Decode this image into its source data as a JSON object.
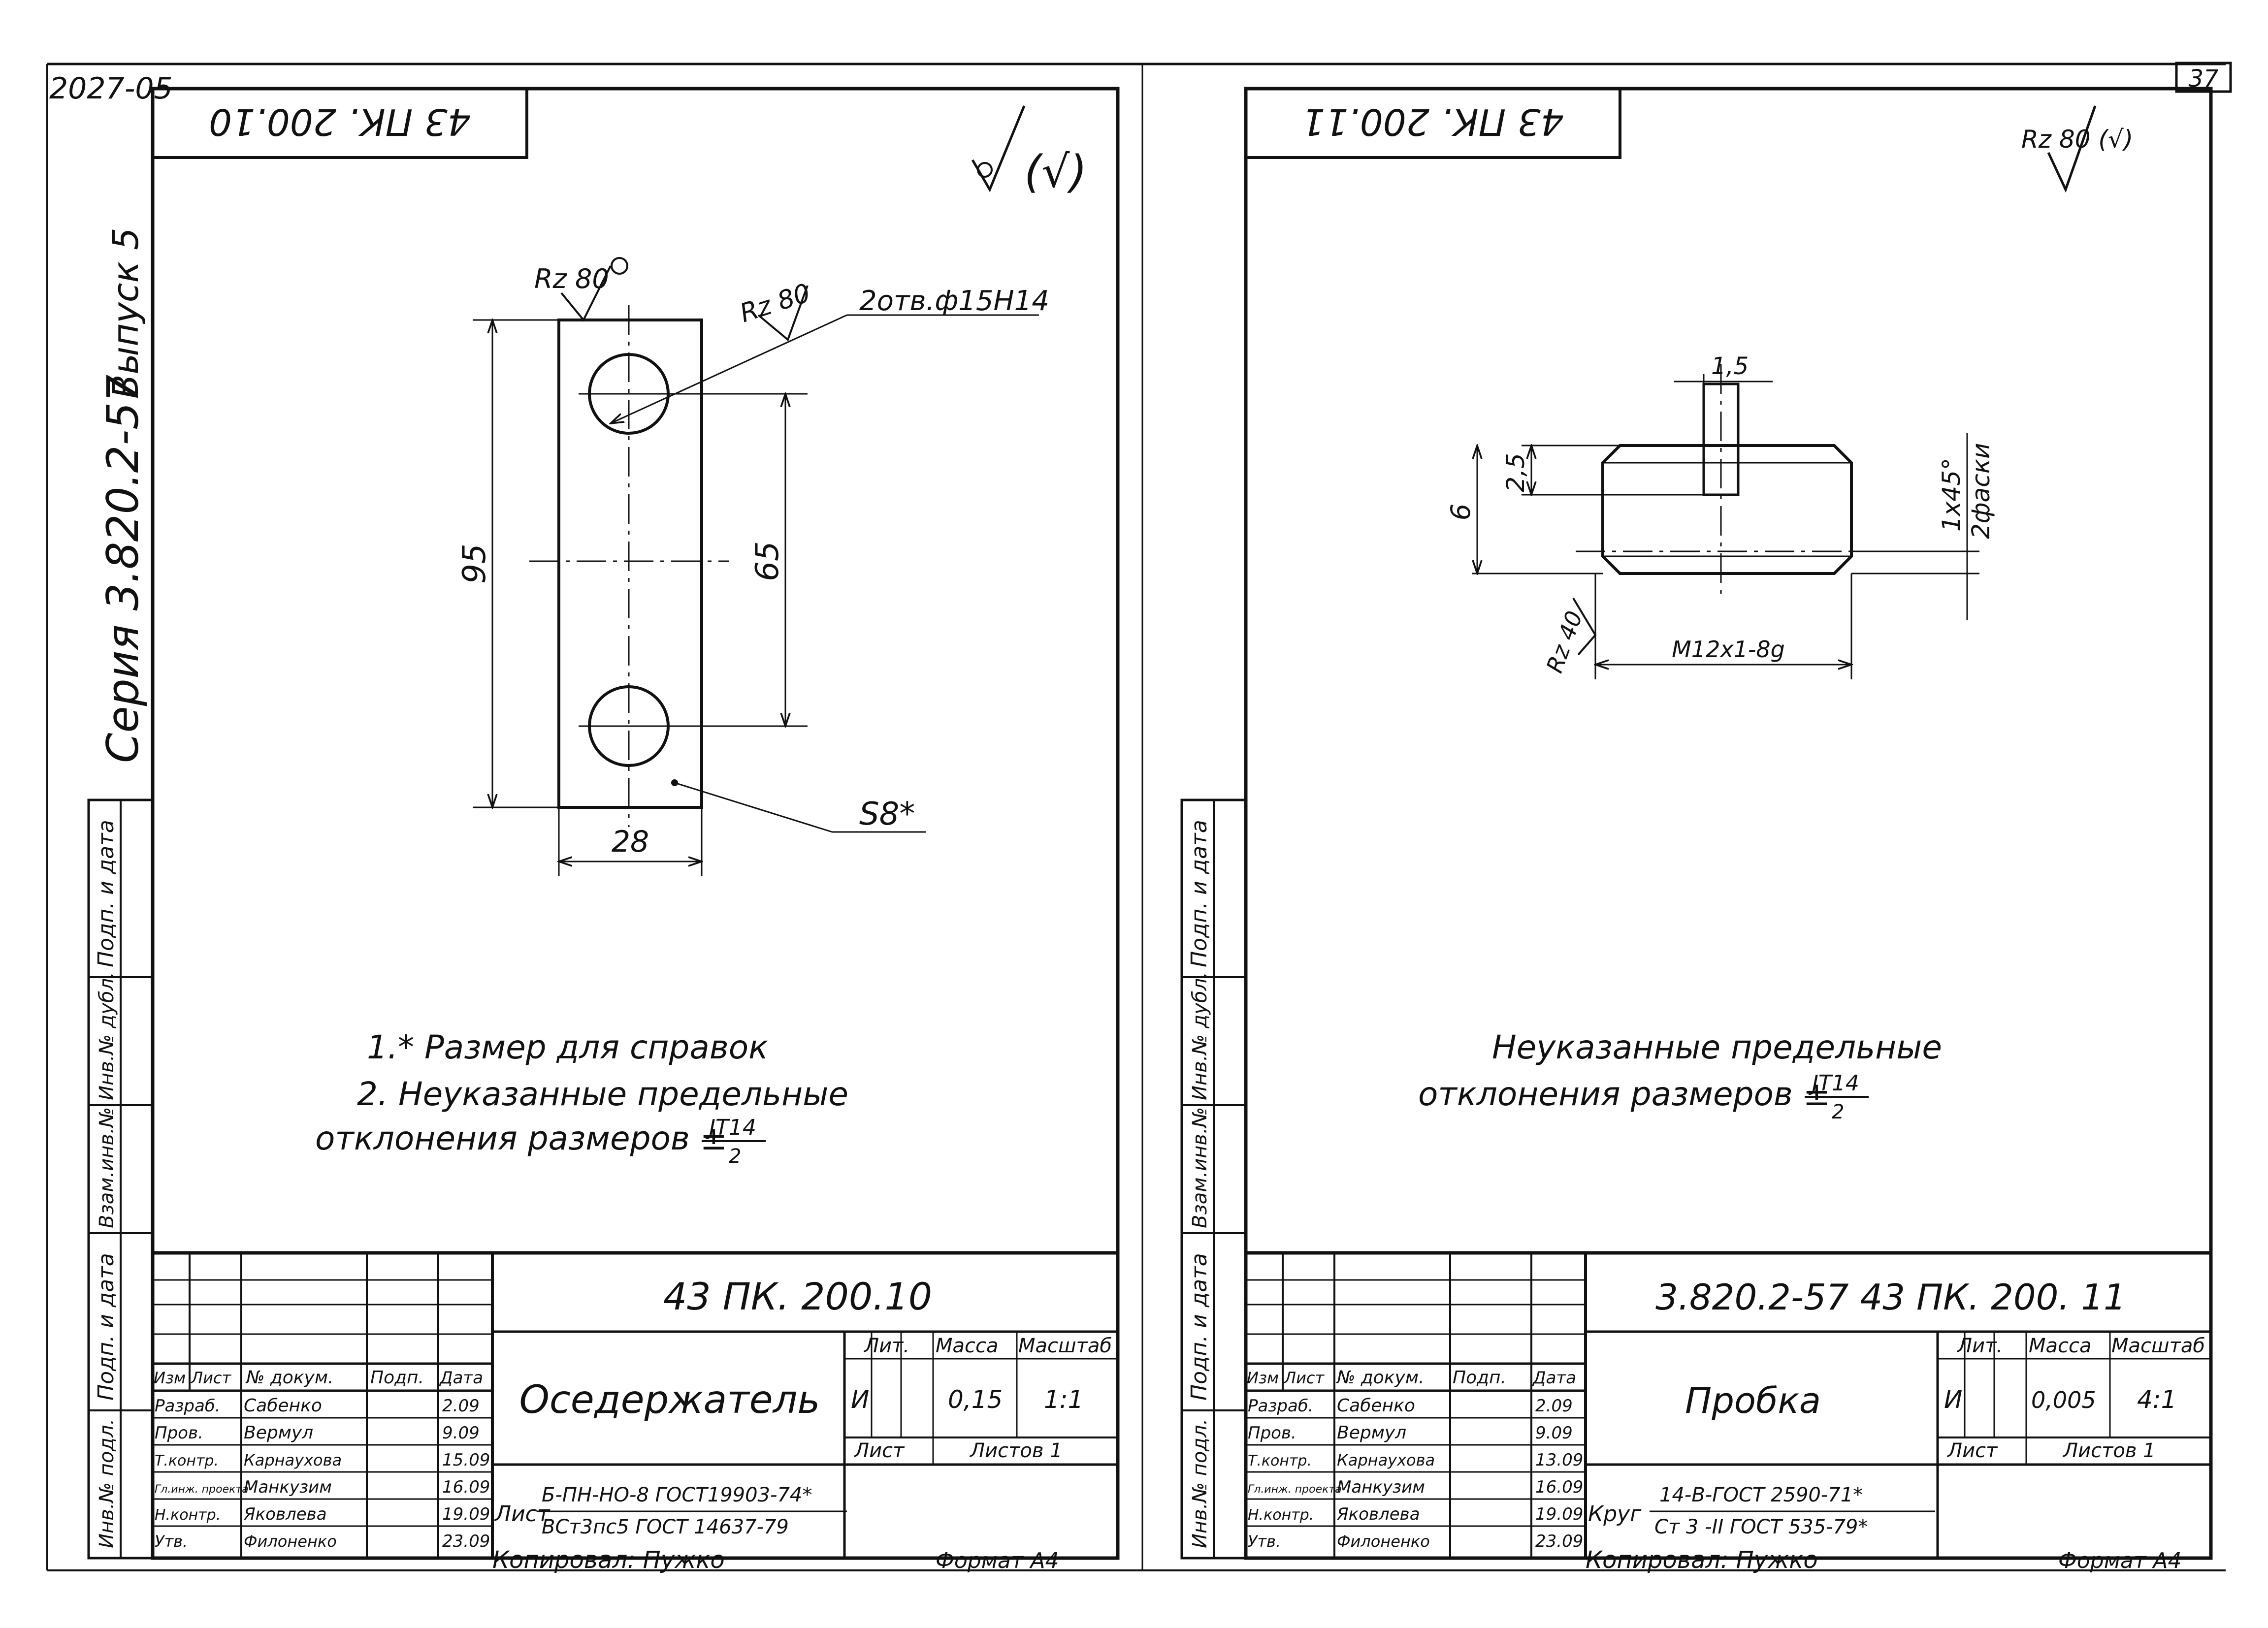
{
  "page": {
    "code": "2027-05",
    "sheet_no": "37"
  },
  "side_frame": {
    "series": "Серия 3.820.2-57",
    "issue": "Выпуск 5",
    "fields": [
      "Подп. и дата",
      "Инв.№ дубл.",
      "Взам.инв.№",
      "Подп. и дата",
      "Инв.№ подл."
    ]
  },
  "left": {
    "stamp_code": "43 ПК. 200.10",
    "roughness_mark": "(√)",
    "dim_95": "95",
    "dim_65": "65",
    "dim_28": "28",
    "rz_top": "Rz 80",
    "rz_hole": "Rz 80",
    "holes_label": "2отв.ф15Н14",
    "thickness_label": "S8*",
    "notes": [
      "1.* Размер для справок",
      "2. Неуказанные предельные",
      "отклонения размеров ±",
      "JT14",
      "2"
    ],
    "title_block": {
      "doc_code": "43 ПК. 200.10",
      "name": "Оседержатель",
      "cols": [
        "Изм",
        "Лист",
        "№ докум.",
        "Подп.",
        "Дата"
      ],
      "roles": [
        "Разраб.",
        "Пров.",
        "Т.контр.",
        "Гл.инж. проекта",
        "Н.контр.",
        "Утв."
      ],
      "persons": [
        "Сабенко",
        "Вермул",
        "Карнаухова",
        "Манкузим",
        "Яковлева",
        "Филоненко"
      ],
      "dates": [
        "2.09",
        "9.09",
        "15.09",
        "16.09",
        "19.09",
        "23.09"
      ],
      "lit_label": "Лит.",
      "mass_label": "Масса",
      "scale_label": "Масштаб",
      "lit_value": "И",
      "mass_value": "0,15",
      "scale_value": "1:1",
      "sheet_label": "Лист",
      "sheets_label": "Листов 1",
      "material_prefix": "Лист",
      "material_top": "Б-ПН-НО-8 ГОСТ19903-74*",
      "material_bottom": "ВСт3пс5 ГОСТ 14637-79"
    },
    "footer_copied": "Копировал: Пужко",
    "footer_format": "Формат А4"
  },
  "right": {
    "stamp_code": "43 ПК. 200.11",
    "roughness_mark": "Rz 80 (√)",
    "dim_15": "1,5",
    "dim_25": "2,5",
    "dim_6": "6",
    "chamfer": "1x45°",
    "chamfer_count": "2фаски",
    "rz40": "Rz 40",
    "thread": "М12x1-8g",
    "notes": [
      "Неуказанные предельные",
      "отклонения размеров ±",
      "JT14",
      "2"
    ],
    "title_block": {
      "doc_code": "3.820.2-57   43 ПК. 200. 11",
      "name": "Пробка",
      "cols": [
        "Изм",
        "Лист",
        "№ докум.",
        "Подп.",
        "Дата"
      ],
      "roles": [
        "Разраб.",
        "Пров.",
        "Т.контр.",
        "Гл.инж. проекта",
        "Н.контр.",
        "Утв."
      ],
      "persons": [
        "Сабенко",
        "Вермул",
        "Карнаухова",
        "Манкузим",
        "Яковлева",
        "Филоненко"
      ],
      "dates": [
        "2.09",
        "9.09",
        "13.09",
        "16.09",
        "19.09",
        "23.09"
      ],
      "lit_label": "Лит.",
      "mass_label": "Масса",
      "scale_label": "Масштаб",
      "lit_value": "И",
      "mass_value": "0,005",
      "scale_value": "4:1",
      "sheet_label": "Лист",
      "sheets_label": "Листов 1",
      "material_prefix": "Круг",
      "material_top": "14-В-ГОСТ 2590-71*",
      "material_bottom": "Ст 3 -II ГОСТ 535-79*"
    },
    "footer_copied": "Копировал: Пужко",
    "footer_format": "Формат А4"
  }
}
